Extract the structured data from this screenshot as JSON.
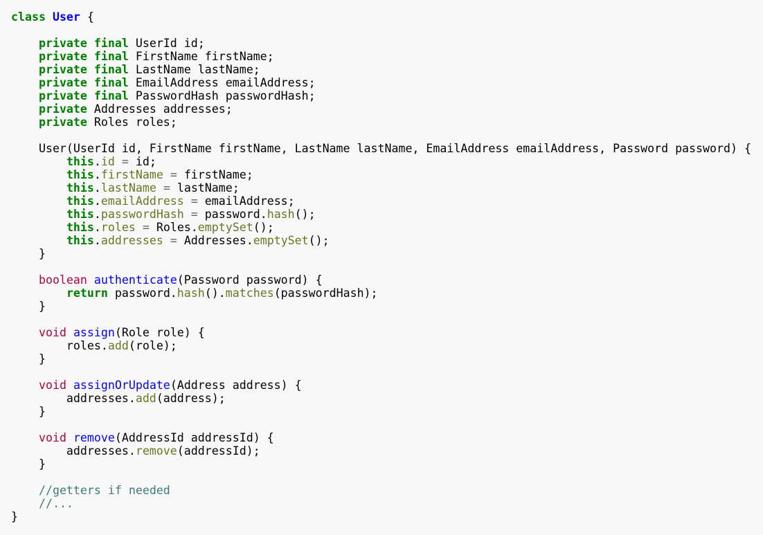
{
  "code_lines": [
    [
      [
        "k",
        "class"
      ],
      [
        "n",
        " "
      ],
      [
        "cn",
        "User"
      ],
      [
        "n",
        " {"
      ]
    ],
    [],
    [
      [
        "n",
        "    "
      ],
      [
        "k",
        "private"
      ],
      [
        "n",
        " "
      ],
      [
        "k",
        "final"
      ],
      [
        "n",
        " UserId id;"
      ]
    ],
    [
      [
        "n",
        "    "
      ],
      [
        "k",
        "private"
      ],
      [
        "n",
        " "
      ],
      [
        "k",
        "final"
      ],
      [
        "n",
        " FirstName firstName;"
      ]
    ],
    [
      [
        "n",
        "    "
      ],
      [
        "k",
        "private"
      ],
      [
        "n",
        " "
      ],
      [
        "k",
        "final"
      ],
      [
        "n",
        " LastName lastName;"
      ]
    ],
    [
      [
        "n",
        "    "
      ],
      [
        "k",
        "private"
      ],
      [
        "n",
        " "
      ],
      [
        "k",
        "final"
      ],
      [
        "n",
        " EmailAddress emailAddress;"
      ]
    ],
    [
      [
        "n",
        "    "
      ],
      [
        "k",
        "private"
      ],
      [
        "n",
        " "
      ],
      [
        "k",
        "final"
      ],
      [
        "n",
        " PasswordHash passwordHash;"
      ]
    ],
    [
      [
        "n",
        "    "
      ],
      [
        "k",
        "private"
      ],
      [
        "n",
        " Addresses addresses;"
      ]
    ],
    [
      [
        "n",
        "    "
      ],
      [
        "k",
        "private"
      ],
      [
        "n",
        " Roles roles;"
      ]
    ],
    [],
    [
      [
        "n",
        "    User(UserId id, FirstName firstName, LastName lastName, EmailAddress emailAddress, Password password) {"
      ]
    ],
    [
      [
        "n",
        "        "
      ],
      [
        "k",
        "this"
      ],
      [
        "n",
        "."
      ],
      [
        "a",
        "id"
      ],
      [
        "n",
        " "
      ],
      [
        "o",
        "="
      ],
      [
        "n",
        " id;"
      ]
    ],
    [
      [
        "n",
        "        "
      ],
      [
        "k",
        "this"
      ],
      [
        "n",
        "."
      ],
      [
        "a",
        "firstName"
      ],
      [
        "n",
        " "
      ],
      [
        "o",
        "="
      ],
      [
        "n",
        " firstName;"
      ]
    ],
    [
      [
        "n",
        "        "
      ],
      [
        "k",
        "this"
      ],
      [
        "n",
        "."
      ],
      [
        "a",
        "lastName"
      ],
      [
        "n",
        " "
      ],
      [
        "o",
        "="
      ],
      [
        "n",
        " lastName;"
      ]
    ],
    [
      [
        "n",
        "        "
      ],
      [
        "k",
        "this"
      ],
      [
        "n",
        "."
      ],
      [
        "a",
        "emailAddress"
      ],
      [
        "n",
        " "
      ],
      [
        "o",
        "="
      ],
      [
        "n",
        " emailAddress;"
      ]
    ],
    [
      [
        "n",
        "        "
      ],
      [
        "k",
        "this"
      ],
      [
        "n",
        "."
      ],
      [
        "a",
        "passwordHash"
      ],
      [
        "n",
        " "
      ],
      [
        "o",
        "="
      ],
      [
        "n",
        " password."
      ],
      [
        "a",
        "hash"
      ],
      [
        "n",
        "();"
      ]
    ],
    [
      [
        "n",
        "        "
      ],
      [
        "k",
        "this"
      ],
      [
        "n",
        "."
      ],
      [
        "a",
        "roles"
      ],
      [
        "n",
        " "
      ],
      [
        "o",
        "="
      ],
      [
        "n",
        " Roles."
      ],
      [
        "a",
        "emptySet"
      ],
      [
        "n",
        "();"
      ]
    ],
    [
      [
        "n",
        "        "
      ],
      [
        "k",
        "this"
      ],
      [
        "n",
        "."
      ],
      [
        "a",
        "addresses"
      ],
      [
        "n",
        " "
      ],
      [
        "o",
        "="
      ],
      [
        "n",
        " Addresses."
      ],
      [
        "a",
        "emptySet"
      ],
      [
        "n",
        "();"
      ]
    ],
    [
      [
        "n",
        "    }"
      ]
    ],
    [],
    [
      [
        "n",
        "    "
      ],
      [
        "t",
        "boolean"
      ],
      [
        "n",
        " "
      ],
      [
        "f",
        "authenticate"
      ],
      [
        "n",
        "(Password password) {"
      ]
    ],
    [
      [
        "n",
        "        "
      ],
      [
        "k",
        "return"
      ],
      [
        "n",
        " password."
      ],
      [
        "a",
        "hash"
      ],
      [
        "n",
        "()."
      ],
      [
        "a",
        "matches"
      ],
      [
        "n",
        "(passwordHash);"
      ]
    ],
    [
      [
        "n",
        "    }"
      ]
    ],
    [],
    [
      [
        "n",
        "    "
      ],
      [
        "t",
        "void"
      ],
      [
        "n",
        " "
      ],
      [
        "f",
        "assign"
      ],
      [
        "n",
        "(Role role) {"
      ]
    ],
    [
      [
        "n",
        "        roles."
      ],
      [
        "a",
        "add"
      ],
      [
        "n",
        "(role);"
      ]
    ],
    [
      [
        "n",
        "    }"
      ]
    ],
    [],
    [
      [
        "n",
        "    "
      ],
      [
        "t",
        "void"
      ],
      [
        "n",
        " "
      ],
      [
        "f",
        "assignOrUpdate"
      ],
      [
        "n",
        "(Address address) {"
      ]
    ],
    [
      [
        "n",
        "        addresses."
      ],
      [
        "a",
        "add"
      ],
      [
        "n",
        "(address);"
      ]
    ],
    [
      [
        "n",
        "    }"
      ]
    ],
    [],
    [
      [
        "n",
        "    "
      ],
      [
        "t",
        "void"
      ],
      [
        "n",
        " "
      ],
      [
        "f",
        "remove"
      ],
      [
        "n",
        "(AddressId addressId) {"
      ]
    ],
    [
      [
        "n",
        "        addresses."
      ],
      [
        "a",
        "remove"
      ],
      [
        "n",
        "(addressId);"
      ]
    ],
    [
      [
        "n",
        "    }"
      ]
    ],
    [],
    [
      [
        "n",
        "    "
      ],
      [
        "c",
        "//getters if needed"
      ]
    ],
    [
      [
        "n",
        "    "
      ],
      [
        "c",
        "//..."
      ]
    ],
    [
      [
        "n",
        "}"
      ]
    ]
  ],
  "colors": {
    "background": "#f8f8f8",
    "keyword": "#008000",
    "type": "#b00040",
    "function": "#0000ff",
    "attribute": "#687822",
    "comment": "#3d7b7b"
  }
}
